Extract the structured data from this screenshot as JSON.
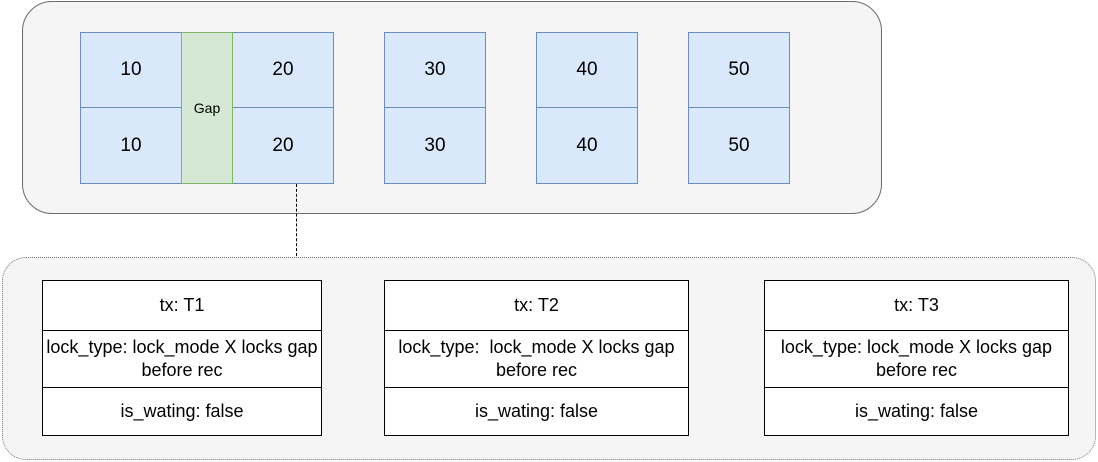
{
  "index_records": {
    "row1": [
      "10",
      "20",
      "30",
      "40",
      "50"
    ],
    "row2": [
      "10",
      "20",
      "30",
      "40",
      "50"
    ],
    "gap_label": "Gap"
  },
  "transactions": [
    {
      "tx": "tx: T1",
      "lock_type": "lock_type: lock_mode X locks gap before rec",
      "is_waiting": "is_wating: false"
    },
    {
      "tx": "tx: T2",
      "lock_type": "lock_type:  lock_mode X locks gap before rec",
      "is_waiting": "is_wating: false"
    },
    {
      "tx": "tx: T3",
      "lock_type": "lock_type: lock_mode X locks gap before rec",
      "is_waiting": "is_wating: false"
    }
  ],
  "colors": {
    "record_fill": "#dae8fc",
    "record_border": "#6c8ebf",
    "gap_fill": "#d5e8d4",
    "gap_border": "#82b366",
    "panel_fill": "#f5f5f5"
  }
}
